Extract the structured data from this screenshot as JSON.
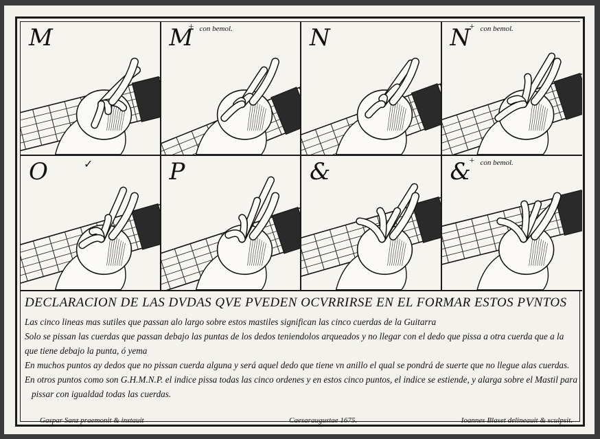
{
  "cells": [
    {
      "letter": "M",
      "cross": "",
      "note": "",
      "tick": ""
    },
    {
      "letter": "M",
      "cross": "+",
      "note": "con bemol.",
      "tick": ""
    },
    {
      "letter": "N",
      "cross": "",
      "note": "",
      "tick": ""
    },
    {
      "letter": "N",
      "cross": "+",
      "note": "con bemol.",
      "tick": ""
    },
    {
      "letter": "O",
      "cross": "",
      "note": "",
      "tick": "✓"
    },
    {
      "letter": "P",
      "cross": "",
      "note": "",
      "tick": ""
    },
    {
      "letter": "&",
      "cross": "",
      "note": "",
      "tick": ""
    },
    {
      "letter": "&",
      "cross": "+",
      "note": "con bemol.",
      "tick": ""
    }
  ],
  "text": {
    "heading": "DECLARACION DE LAS DVDAS QVE PVEDEN OCVRRIRSE EN EL FORMAR ESTOS PVNTOS",
    "lines": [
      "Las cinco lineas mas sutiles que passan alo largo sobre estos mastiles significan las cinco cuerdas de la Guitarra",
      "Solo se pissan las cuerdas que passan debajo las puntas de los dedos teniendolos arqueados y no llegar con el dedo que pissa a otra cuerda que a la",
      "que tiene debajo la punta, ó yema",
      "En muchos puntos ay dedos que no pissan cuerda alguna y será aquel dedo que tiene vn anillo el qual se pondrá de suerte que no llegue alas cuerdas.",
      "En otros puntos como son G.H.M.N.P. el indice pissa todas las cinco ordenes y en estos cinco puntos, el indice se estiende, y alarga sobre el Mastil para",
      "pissar con igualdad todas las cuerdas."
    ]
  },
  "footer": {
    "left": "Gaspar Sanz praemonit & instauit",
    "middle": "Caesaraugustae      1675.",
    "right": "Ioannes Blaset delineauit & sculpsit."
  }
}
